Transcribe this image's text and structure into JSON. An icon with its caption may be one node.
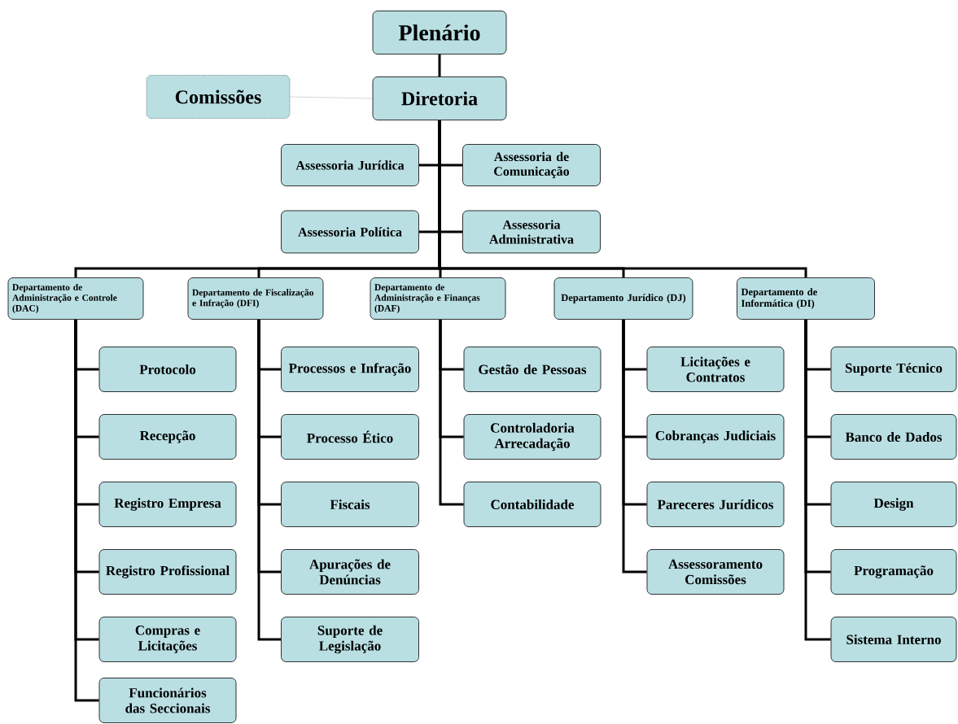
{
  "diagram": {
    "nodes": [
      {
        "text": [
          "Plenário"
        ]
      },
      {
        "text": [
          "Comissões"
        ]
      },
      {
        "text": [
          "Diretoria"
        ]
      },
      {
        "text": [
          "Assessoria Jurídica"
        ]
      },
      {
        "text": [
          "Assessoria de Comunicação"
        ]
      },
      {
        "text": [
          "Assessoria Política"
        ]
      },
      {
        "text": [
          "Assessoria Administrativa"
        ]
      },
      {
        "text": [
          "Departamento de Administração e Controle (DAC)"
        ]
      },
      {
        "text": [
          "Departamento de Fiscalização e Infração (DFI)"
        ]
      },
      {
        "text": [
          "Departamento de Administração e Finanças (DAF)"
        ]
      },
      {
        "text": [
          "Departamento Jurídico (DJ)"
        ]
      },
      {
        "text": [
          "Departamento de Informática (DI)"
        ]
      },
      {
        "text": [
          "Protocolo"
        ]
      },
      {
        "text": [
          "Recepção"
        ]
      },
      {
        "text": [
          "Registro Empresa"
        ]
      },
      {
        "text": [
          "Registro Profissional"
        ]
      },
      {
        "text": [
          "Compras e Licitações"
        ]
      },
      {
        "text": [
          "Funcionários das Seccionais"
        ]
      },
      {
        "text": [
          "Processos e Infração"
        ]
      },
      {
        "text": [
          "Processo Ético"
        ]
      },
      {
        "text": [
          "Fiscais"
        ]
      },
      {
        "text": [
          "Apurações de Denúncias"
        ]
      },
      {
        "text": [
          "Suporte de Legislação"
        ]
      },
      {
        "text": [
          "Gestão de Pessoas"
        ]
      },
      {
        "text": [
          "Controladoria Arrecadação"
        ]
      },
      {
        "text": [
          "Contabilidade"
        ]
      },
      {
        "text": [
          "Licitações e Contratos"
        ]
      },
      {
        "text": [
          "Cobranças Judiciais"
        ]
      },
      {
        "text": [
          "Pareceres Jurídicos"
        ]
      },
      {
        "text": [
          "Assessoramento Comissões"
        ]
      },
      {
        "text": [
          "Suporte Técnico"
        ]
      },
      {
        "text": [
          "Banco de Dados"
        ]
      },
      {
        "text": [
          "Design"
        ]
      },
      {
        "text": [
          "Programação"
        ]
      },
      {
        "text": [
          "Sistema Interno"
        ]
      }
    ],
    "edges": [
      {
        "from": 0,
        "to": 2,
        "arrow": "none"
      },
      {
        "from": 2,
        "to": 1,
        "arrow": "none",
        "style": "dashed"
      },
      {
        "from": 2,
        "to": 3,
        "arrow": "none"
      },
      {
        "from": 2,
        "to": 4,
        "arrow": "none"
      },
      {
        "from": 2,
        "to": 5,
        "arrow": "none"
      },
      {
        "from": 2,
        "to": 6,
        "arrow": "none"
      },
      {
        "from": 2,
        "to": 7,
        "arrow": "none"
      },
      {
        "from": 2,
        "to": 8,
        "arrow": "none"
      },
      {
        "from": 2,
        "to": 9,
        "arrow": "none"
      },
      {
        "from": 2,
        "to": 10,
        "arrow": "none"
      },
      {
        "from": 2,
        "to": 11,
        "arrow": "none"
      },
      {
        "from": 7,
        "to": 12,
        "arrow": "none"
      },
      {
        "from": 7,
        "to": 13,
        "arrow": "none"
      },
      {
        "from": 7,
        "to": 14,
        "arrow": "none"
      },
      {
        "from": 7,
        "to": 15,
        "arrow": "none"
      },
      {
        "from": 7,
        "to": 16,
        "arrow": "none"
      },
      {
        "from": 7,
        "to": 17,
        "arrow": "none"
      },
      {
        "from": 8,
        "to": 18,
        "arrow": "none"
      },
      {
        "from": 8,
        "to": 19,
        "arrow": "none"
      },
      {
        "from": 8,
        "to": 20,
        "arrow": "none"
      },
      {
        "from": 8,
        "to": 21,
        "arrow": "none"
      },
      {
        "from": 8,
        "to": 22,
        "arrow": "none"
      },
      {
        "from": 9,
        "to": 23,
        "arrow": "none"
      },
      {
        "from": 9,
        "to": 24,
        "arrow": "none"
      },
      {
        "from": 9,
        "to": 25,
        "arrow": "none"
      },
      {
        "from": 10,
        "to": 26,
        "arrow": "none"
      },
      {
        "from": 10,
        "to": 27,
        "arrow": "none"
      },
      {
        "from": 10,
        "to": 28,
        "arrow": "none"
      },
      {
        "from": 10,
        "to": 29,
        "arrow": "none"
      },
      {
        "from": 11,
        "to": 30,
        "arrow": "none"
      },
      {
        "from": 11,
        "to": 31,
        "arrow": "none"
      },
      {
        "from": 11,
        "to": 32,
        "arrow": "none"
      },
      {
        "from": 11,
        "to": 33,
        "arrow": "none"
      },
      {
        "from": 11,
        "to": 34,
        "arrow": "none"
      }
    ]
  }
}
